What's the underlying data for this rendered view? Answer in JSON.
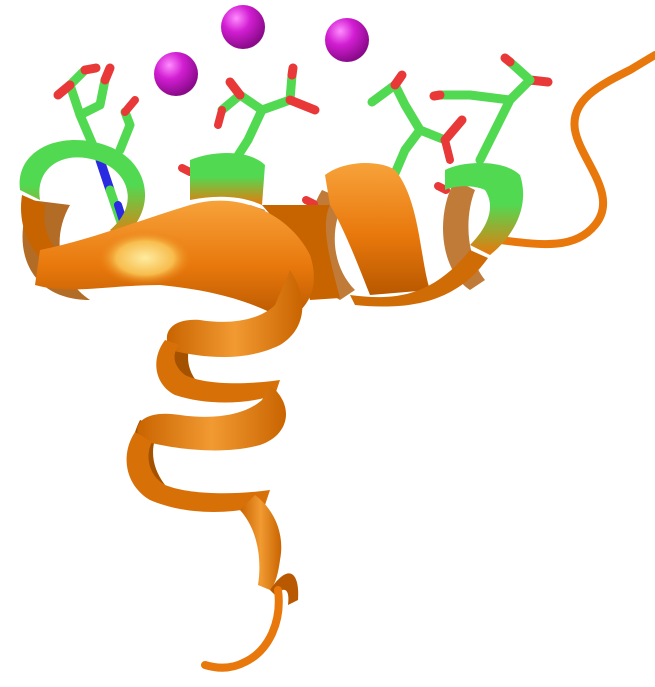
{
  "image": {
    "subject": "protein-cartoon-helix",
    "colors": {
      "background": "#ffffff",
      "ribbon": "#e8780c",
      "ribbon_dark": "#b85800",
      "ribbon_light": "#f7a23a",
      "ribbon_highlight": "#fbe08a",
      "carbon": "#52d952",
      "oxygen": "#e83838",
      "nitrogen": "#2a2ae0",
      "ion": "#d21ed2"
    },
    "ion_count": 3,
    "side_chain_count": 5
  }
}
